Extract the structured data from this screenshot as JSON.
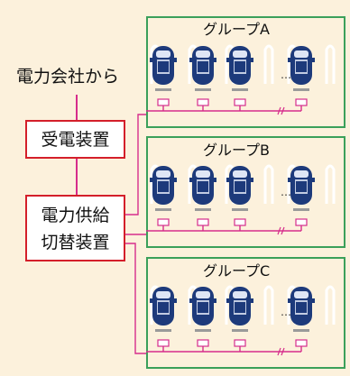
{
  "source": {
    "label": "電力会社から"
  },
  "receiving_equipment": {
    "label": "受電装置"
  },
  "switching_equipment": {
    "line1": "電力供給",
    "line2": "切替装置"
  },
  "groups": [
    {
      "label": "グループA"
    },
    {
      "label": "グループB"
    },
    {
      "label": "グループC"
    }
  ],
  "ellipsis": "…",
  "colors": {
    "background": "#fcf1dc",
    "group_border": "#3ba05a",
    "box_border": "#d41f2a",
    "wire": "#d62d8c",
    "car_body": "#1d3a7b",
    "car_window": "#dfe6f5",
    "bumper": "#9a9a9a",
    "parking_line": "#ffffff"
  }
}
